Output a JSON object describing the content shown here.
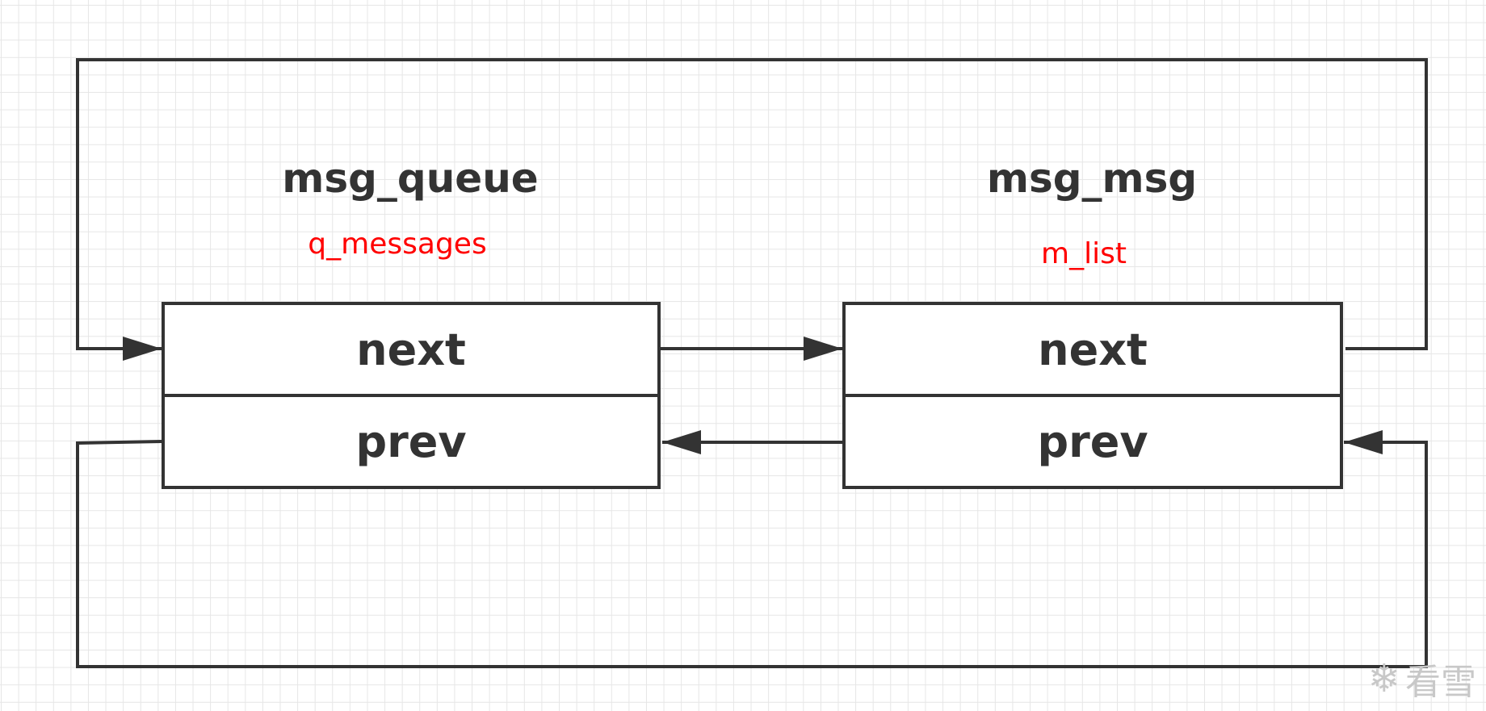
{
  "nodes": [
    {
      "title": "msg_queue",
      "field": "q_messages",
      "next_label": "next",
      "prev_label": "prev"
    },
    {
      "title": "msg_msg",
      "field": "m_list",
      "next_label": "next",
      "prev_label": "prev"
    }
  ],
  "colors": {
    "line": "#333333",
    "field_label": "#ff0000",
    "grid": "#e6e6e6"
  },
  "watermark": {
    "icon": "snowflake-icon",
    "text": "看雪"
  }
}
